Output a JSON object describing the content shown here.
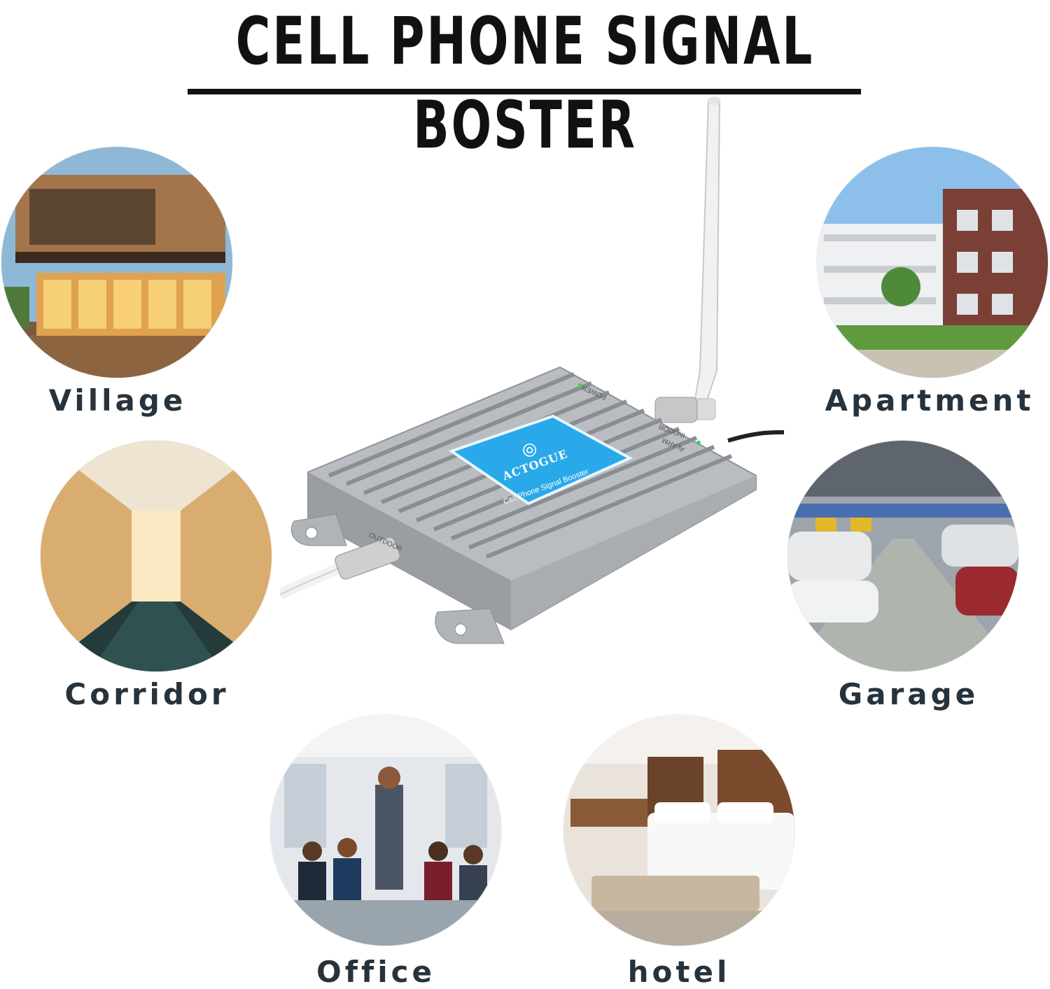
{
  "title": "CELL PHONE SIGNAL BOSTER",
  "device": {
    "brand": "ACTOGUE",
    "product": "Cell Phone Signal Booster",
    "port_outdoor": "OUTDOOR",
    "port_indoor": "INDOOR",
    "led_power": "POWER",
    "led_alarm": "ALARM"
  },
  "locations": [
    {
      "label": "Village"
    },
    {
      "label": "Apartment"
    },
    {
      "label": "Corridor"
    },
    {
      "label": "Garage"
    },
    {
      "label": "Office"
    },
    {
      "label": "hotel"
    }
  ],
  "colors": {
    "label_text": "#27333c",
    "brand_panel": "#29a9e9"
  }
}
